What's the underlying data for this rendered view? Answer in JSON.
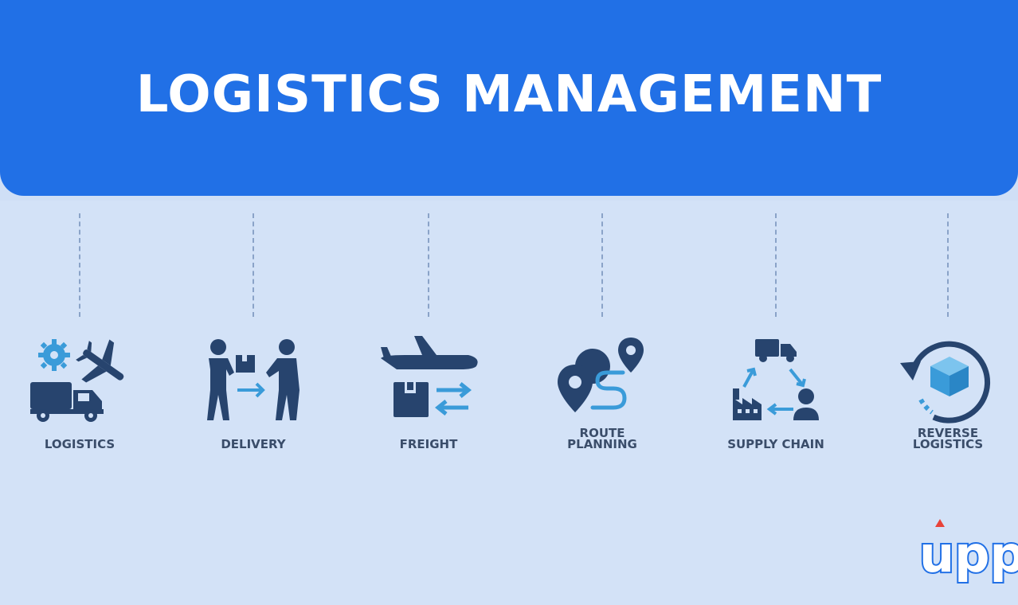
{
  "title": "LOGISTICS MANAGEMENT",
  "items": [
    {
      "label": "LOGISTICS",
      "icon": "logistics-icon"
    },
    {
      "label": "DELIVERY",
      "icon": "delivery-icon"
    },
    {
      "label": "FREIGHT",
      "icon": "freight-icon"
    },
    {
      "label_line1": "ROUTE",
      "label_line2": "PLANNING",
      "icon": "route-planning-icon"
    },
    {
      "label": "SUPPLY CHAIN",
      "icon": "supply-chain-icon"
    },
    {
      "label_line1": "REVERSE",
      "label_line2": "LOGISTICS",
      "icon": "reverse-logistics-icon"
    }
  ],
  "logo_text": "upp",
  "colors": {
    "header": "#2170e6",
    "background": "#d3e2f7",
    "icon_dark": "#27446e",
    "icon_accent": "#3a9bd9"
  }
}
